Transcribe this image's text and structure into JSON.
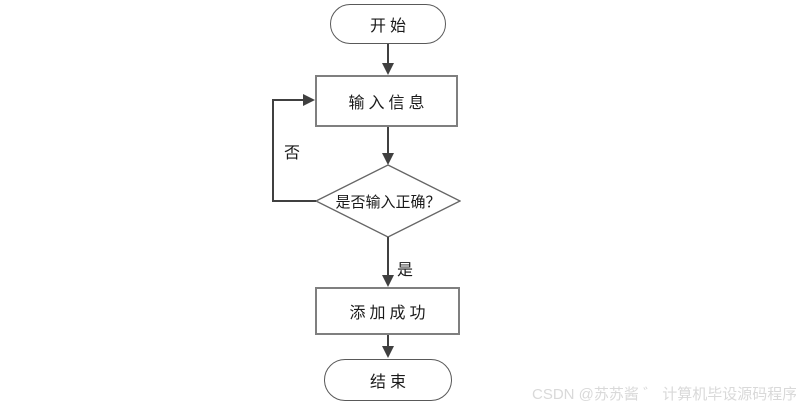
{
  "diagram": {
    "title": "add-record-flowchart",
    "nodes": {
      "start": {
        "label": "开始",
        "type": "terminator"
      },
      "input": {
        "label": "输入信息",
        "type": "process"
      },
      "decision": {
        "label": "是否输入正确？",
        "type": "decision"
      },
      "success": {
        "label": "添加成功",
        "type": "process"
      },
      "end": {
        "label": "结束",
        "type": "terminator"
      }
    },
    "edges": {
      "start_to_input": "",
      "input_to_decision": "",
      "no_label": "否",
      "yes_label": "是",
      "success_to_end": ""
    },
    "colors": {
      "background": "#ffffff",
      "line": "#404040",
      "process_border": "#7f7f7f",
      "terminator_border": "#595959",
      "decision_border": "#666666",
      "text": "#1a1a1a",
      "watermark": "#d9d9d9"
    }
  },
  "watermark": {
    "text": "CSDN @苏苏酱 ゛ 计算机毕设源码程序"
  }
}
